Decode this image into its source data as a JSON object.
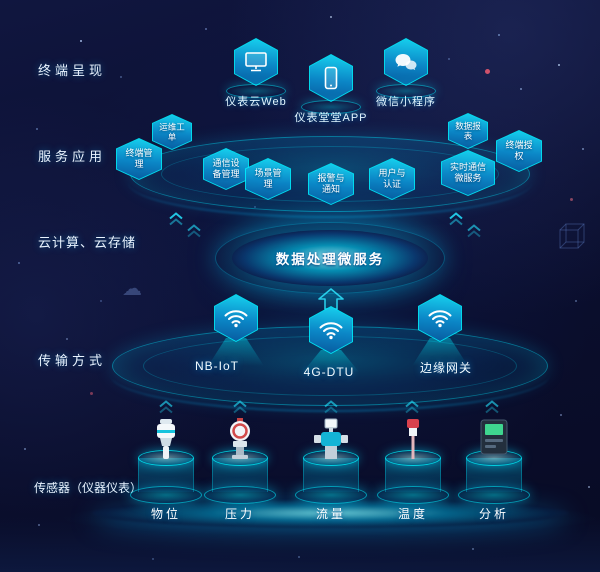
{
  "colors": {
    "accent": "#00e5ff",
    "background": "#0b0f30",
    "glow": "#19d3ff"
  },
  "layers": {
    "terminal": {
      "label": "终端呈现",
      "items": [
        {
          "name": "仪表云Web",
          "icon": "web-monitor-icon"
        },
        {
          "name": "仪表堂堂APP",
          "icon": "mobile-app-icon"
        },
        {
          "name": "微信小程序",
          "icon": "wechat-miniprogram-icon"
        }
      ]
    },
    "services": {
      "label": "服务应用",
      "badges": [
        {
          "name": "运维工单"
        },
        {
          "name": "终端管理"
        },
        {
          "name": "通信设备管理"
        },
        {
          "name": "场景管理"
        },
        {
          "name": "报警与通知"
        },
        {
          "name": "用户与认证"
        },
        {
          "name": "实时通信微服务"
        },
        {
          "name": "数据报表"
        },
        {
          "name": "终端授权"
        }
      ]
    },
    "cloud": {
      "label": "云计算、云存储",
      "core": "数据处理微服务"
    },
    "transport": {
      "label": "传输方式",
      "items": [
        {
          "name": "NB-IoT",
          "icon": "wifi-icon"
        },
        {
          "name": "4G-DTU",
          "icon": "wifi-icon"
        },
        {
          "name": "边缘网关",
          "icon": "wifi-icon"
        }
      ]
    },
    "sensors": {
      "label": "传感器（仪器仪表）",
      "items": [
        {
          "name": "物位",
          "icon": "level-sensor-icon"
        },
        {
          "name": "压力",
          "icon": "pressure-transmitter-icon"
        },
        {
          "name": "流量",
          "icon": "flow-meter-icon"
        },
        {
          "name": "温度",
          "icon": "temperature-sensor-icon"
        },
        {
          "name": "分析",
          "icon": "analyzer-icon"
        }
      ]
    }
  }
}
